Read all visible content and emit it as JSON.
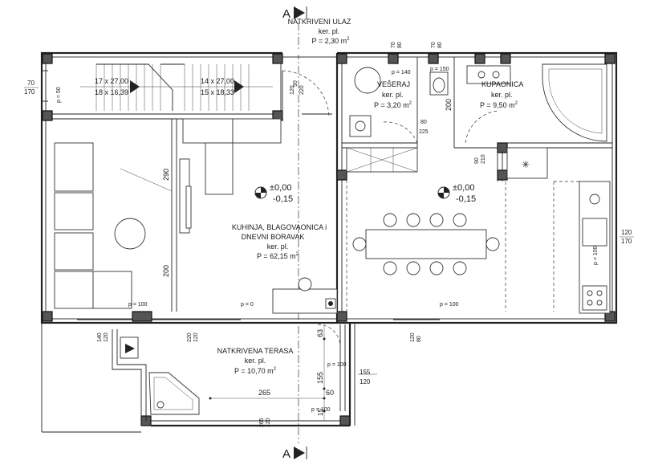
{
  "section_marks": {
    "top": "A",
    "bottom": "A"
  },
  "rooms": {
    "entrance": {
      "name": "NATKRIVENI ULAZ",
      "floor": "ker. pl.",
      "area": "P = 2,30 m"
    },
    "laundry": {
      "name": "VEŠERAJ",
      "floor": "ker. pl.",
      "area": "P = 3,20 m"
    },
    "bathroom": {
      "name": "KUPAONICA",
      "floor": "ker. pl.",
      "area": "P = 9,50 m"
    },
    "living": {
      "name_line1": "KUHINJA, BLAGOVAONICA i",
      "name_line2": "DNEVNI BORAVAK",
      "floor": "ker. pl.",
      "area": "P = 62,15 m"
    },
    "terrace": {
      "name": "NATKRIVENA TERASA",
      "floor": "ker. pl.",
      "area": "P = 10,70 m"
    }
  },
  "area_unit_superscript": "2",
  "levels": {
    "left": {
      "top": "±0,00",
      "bottom": "-0,15"
    },
    "right": {
      "top": "±0,00",
      "bottom": "-0,15"
    }
  },
  "stairs": {
    "flight1": {
      "line1": "17 x 27,00",
      "line2": "18 x 16,39"
    },
    "flight2": {
      "line1": "14 x 27,00",
      "line2": "15 x 18,33"
    }
  },
  "dimensions": {
    "left_window": {
      "top": "70",
      "bottom": "170"
    },
    "right_window": {
      "top": "120",
      "bottom": "170"
    },
    "terrace_right": {
      "top": "155",
      "bottom": "120"
    },
    "entrance_door_top": "90",
    "entrance_door_bottom": "220",
    "kitchen_290": "290",
    "kitchen_200": "200",
    "laundry_200": "200",
    "laundry_80": "80",
    "laundry_225": "225",
    "bath_door_90": "90",
    "bath_door_210": "210",
    "top_win1_top": "70",
    "top_win1_bottom": "80",
    "top_win2_top": "70",
    "top_win2_bottom": "80",
    "bottom_win1_top": "140",
    "bottom_win1_bottom": "120",
    "bottom_win2_top": "220",
    "bottom_win2_bottom": "120",
    "bottom_win3_top": "120",
    "bottom_win3_bottom": "80",
    "terrace_265": "265",
    "terrace_63": "63",
    "terrace_155": "155",
    "terrace_60": "60",
    "terrace_15": "15",
    "terrace_bottom_top": "265",
    "terrace_bottom_bottom": "120"
  },
  "parapets": {
    "p50": "p = 50",
    "p100_living": "p = 100",
    "p0": "p = 0",
    "p100_dining": "p = 100",
    "p100_kitchen": "p = 100",
    "p140": "p = 140",
    "p150": "p = 150",
    "p100_terrace1": "p = 100",
    "p100_terrace2": "p = 100"
  }
}
